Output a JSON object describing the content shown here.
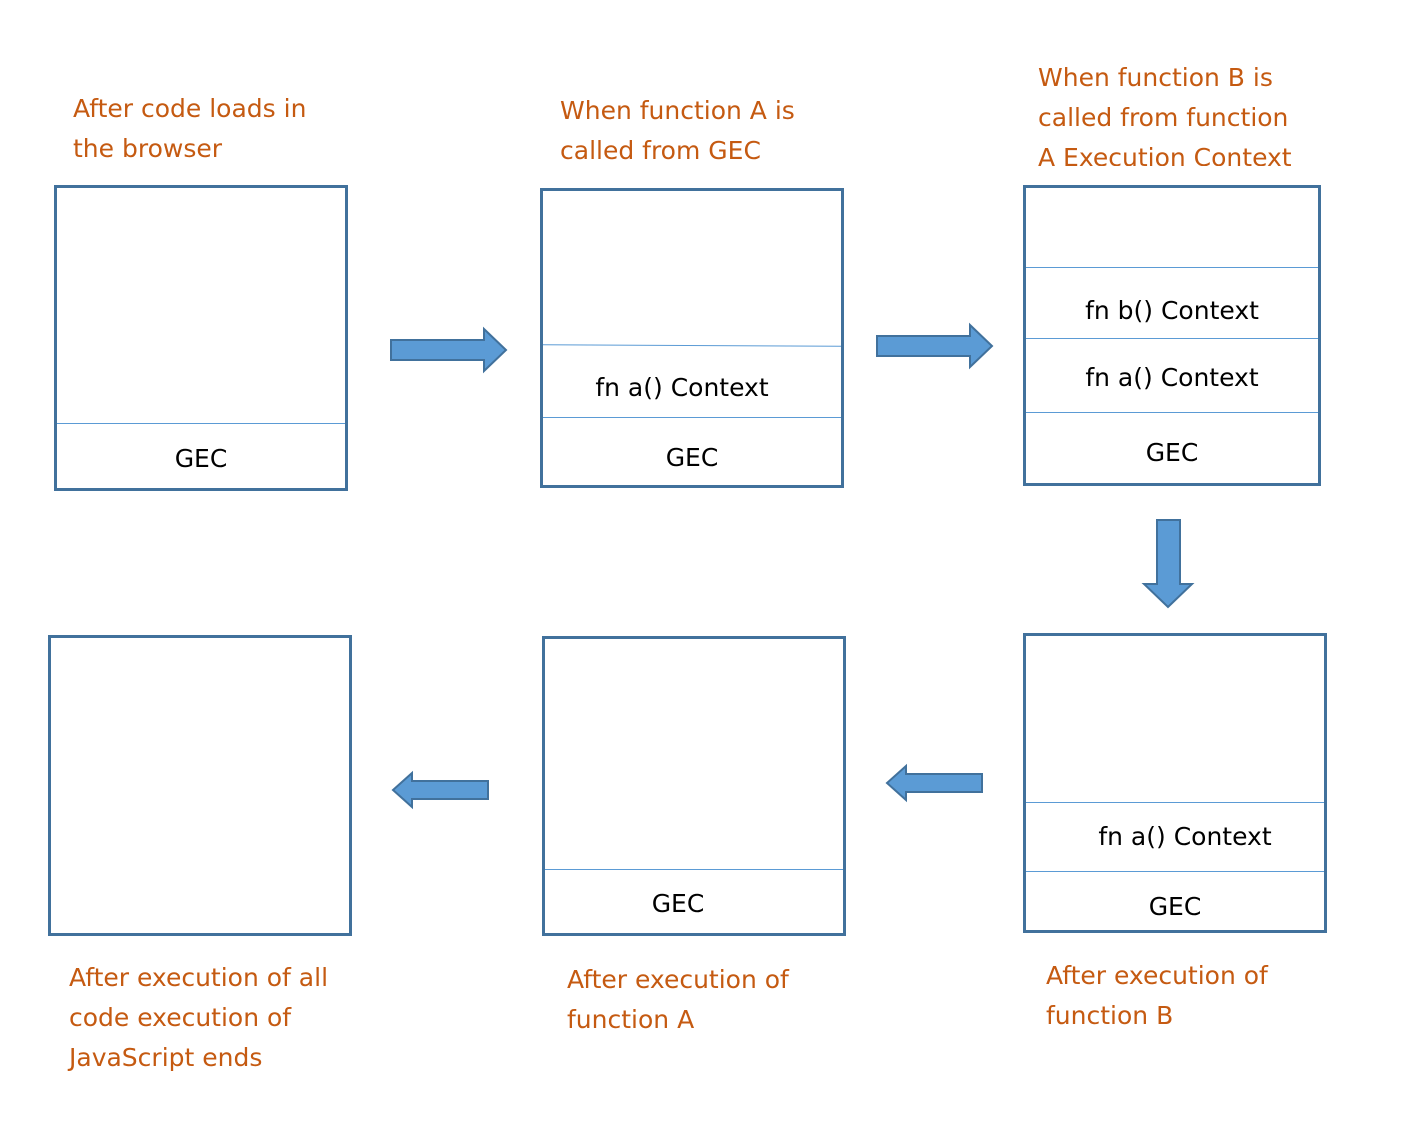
{
  "captions": {
    "load": [
      "After code loads in",
      "the browser"
    ],
    "call_a": [
      "When function A is",
      "called from GEC"
    ],
    "call_b": [
      "When function B is",
      "called from function",
      "A Execution Context"
    ],
    "end": [
      "After execution of all",
      "code execution of",
      "JavaScript ends"
    ],
    "after_a": [
      "After execution of",
      "function A"
    ],
    "after_b": [
      "After execution of",
      "function B"
    ]
  },
  "stacks": {
    "s1": [
      "GEC"
    ],
    "s2": [
      "fn a() Context",
      "GEC"
    ],
    "s3": [
      "fn b() Context",
      "fn a() Context",
      "GEC"
    ],
    "s4": [
      "fn a() Context",
      "GEC"
    ],
    "s5": [
      "GEC"
    ],
    "s6": []
  },
  "colors": {
    "caption": "#C55A11",
    "frame": "#41719C",
    "arrow_fill": "#5B9BD5",
    "arrow_stroke": "#41719C"
  }
}
